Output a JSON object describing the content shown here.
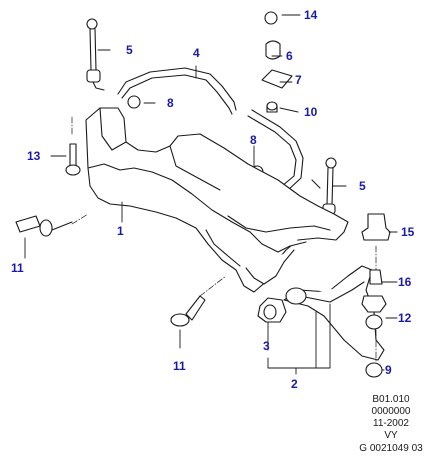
{
  "diagram": {
    "callouts": {
      "c1": "1",
      "c2": "2",
      "c3": "3",
      "c4": "4",
      "c5_top": "5",
      "c5_right": "5",
      "c6": "6",
      "c7": "7",
      "c8_left": "8",
      "c8_mid": "8",
      "c9": "9",
      "c10": "10",
      "c11_left": "11",
      "c11_bottom": "11",
      "c12": "12",
      "c13": "13",
      "c14": "14",
      "c15": "15",
      "c16": "16"
    },
    "reference": {
      "line1": "B01.010",
      "line2": "0000000",
      "line3": "11-2002",
      "line4": "VY",
      "line5": "G 0021049 03"
    },
    "colors": {
      "callout": "#1a1aa8",
      "line_art": "#1a1a1a",
      "part_fill": "#ffffff"
    }
  }
}
